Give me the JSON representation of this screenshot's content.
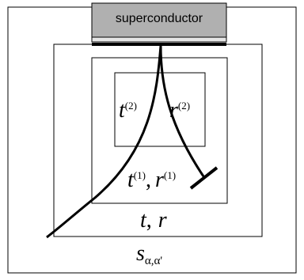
{
  "box_label": "superconductor",
  "labels": {
    "t2_base": "t",
    "t2_sup": "(2)",
    "r2_base": "r",
    "r2_sup": "(2)",
    "tr1_t_base": "t",
    "tr1_t_sup": "(1)",
    "tr1_comma": ",",
    "tr1_r_base": "r",
    "tr1_r_sup": "(1)",
    "tr_t": "t",
    "tr_comma": ",",
    "tr_r": "r",
    "s_base": "s",
    "s_sub": "α,α'"
  },
  "colors": {
    "superconductor_fill": "#b0b0b0",
    "stroke": "#000000"
  }
}
